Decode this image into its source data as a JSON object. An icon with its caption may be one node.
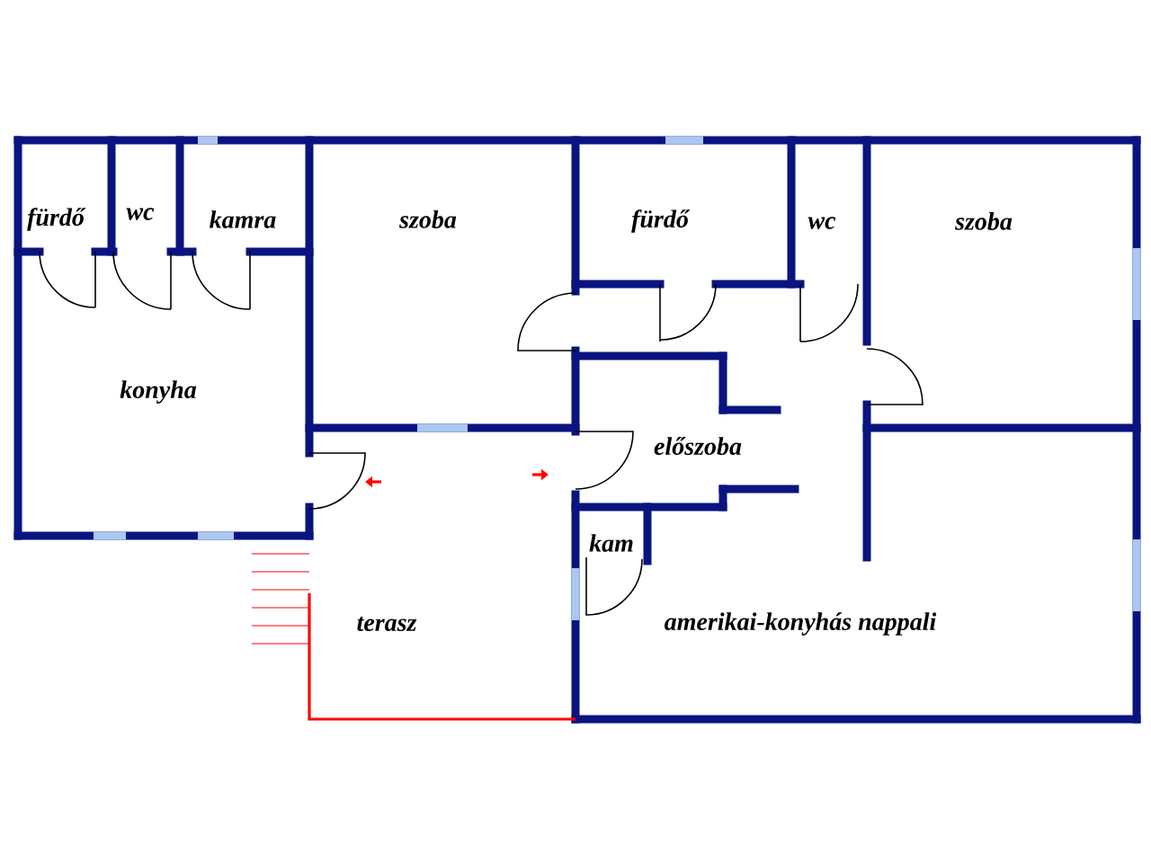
{
  "diagram": {
    "labels": [
      "fürdő",
      "wc",
      "kamra",
      "szoba",
      "fürdő",
      "wc",
      "szoba",
      "konyha",
      "előszoba",
      "kam",
      "terasz",
      "amerikai-konyhás nappali"
    ]
  }
}
